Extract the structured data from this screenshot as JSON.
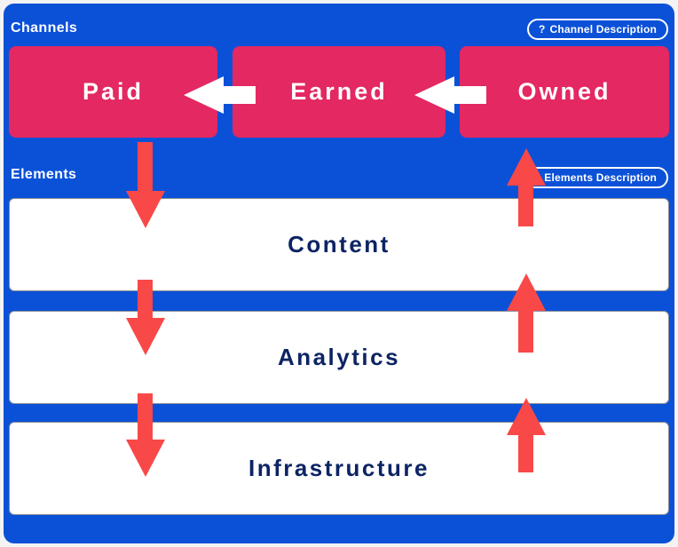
{
  "channels": {
    "section_label": "Channels",
    "help_icon": "?",
    "description_button_label": "Channel Description",
    "items": [
      {
        "label": "Paid"
      },
      {
        "label": "Earned"
      },
      {
        "label": "Owned"
      }
    ]
  },
  "elements": {
    "section_label": "Elements",
    "help_icon": "?",
    "description_button_label": "Elements Description",
    "items": [
      {
        "label": "Content"
      },
      {
        "label": "Analytics"
      },
      {
        "label": "Infrastructure"
      }
    ]
  },
  "flow": {
    "channel_flow": [
      "Owned to Earned",
      "Earned to Paid"
    ],
    "down_flow": [
      "Paid to Content",
      "Content to Analytics",
      "Analytics to Infrastructure"
    ],
    "up_flow": [
      "Infrastructure to Analytics",
      "Analytics to Content",
      "Content to Owned"
    ]
  },
  "colors": {
    "panel_blue": "#0b51d8",
    "channel_pink": "#e32862",
    "arrow_red": "#f94848",
    "element_text_navy": "#0d2464",
    "white": "#ffffff"
  }
}
